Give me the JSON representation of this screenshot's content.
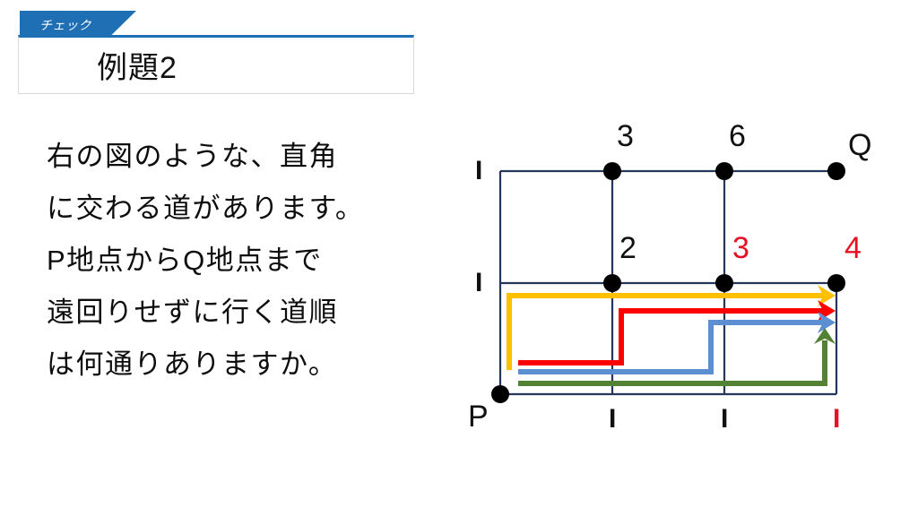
{
  "header": {
    "tab_label": "チェック",
    "title": "例題2",
    "accent_color": "#1F6FB5"
  },
  "problem": {
    "lines": [
      "右の図のような、直角",
      "に交わる道があります。",
      "P地点からQ地点まで",
      "遠回りせずに行く道順",
      "は何通りありますか。"
    ]
  },
  "diagram": {
    "grid_color": "#24365C",
    "node_color": "#000000",
    "labels": {
      "start": "P",
      "end": "Q"
    },
    "counts": {
      "top_row": [
        {
          "text": "3",
          "color": "#111111"
        },
        {
          "text": "6",
          "color": "#111111"
        }
      ],
      "middle_row": [
        {
          "text": "2",
          "color": "#111111"
        },
        {
          "text": "3",
          "color": "#E81123"
        },
        {
          "text": "4",
          "color": "#E81123"
        }
      ]
    },
    "ticks": {
      "left": [
        {
          "text": "I",
          "color": "#111111"
        },
        {
          "text": "I",
          "color": "#111111"
        }
      ],
      "bottom": [
        {
          "text": "I",
          "color": "#111111"
        },
        {
          "text": "I",
          "color": "#111111"
        },
        {
          "text": "I",
          "color": "#E81123"
        }
      ]
    },
    "paths": [
      {
        "name": "route-yellow",
        "color": "#FFC000"
      },
      {
        "name": "route-red",
        "color": "#FF0000"
      },
      {
        "name": "route-blue",
        "color": "#5B8FD1"
      },
      {
        "name": "route-green",
        "color": "#548235"
      }
    ]
  }
}
